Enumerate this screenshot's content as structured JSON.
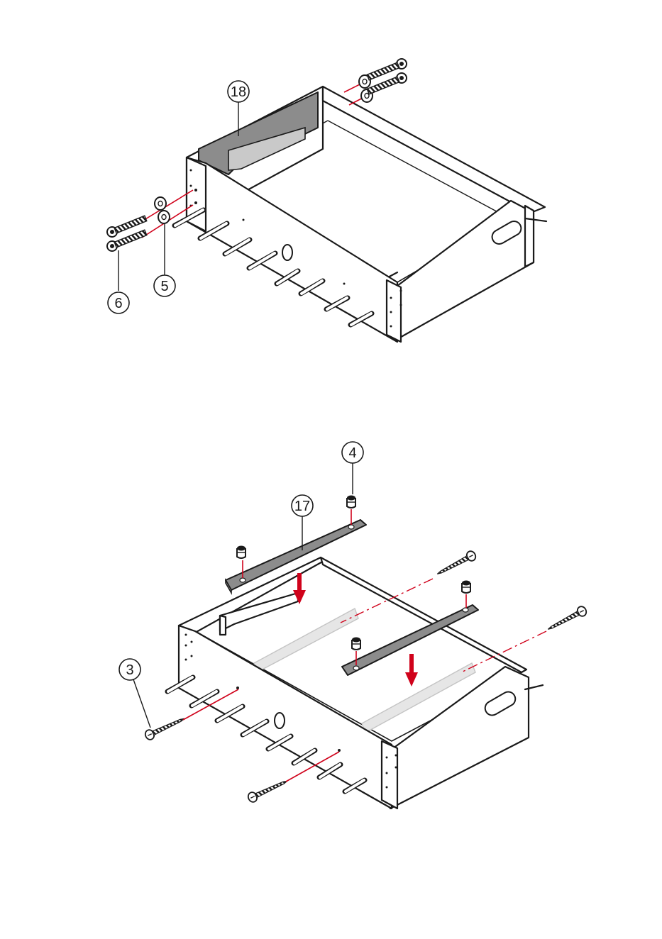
{
  "step1": {
    "callouts": [
      {
        "id": "part-18",
        "label": "18"
      },
      {
        "id": "part-5",
        "label": "5"
      },
      {
        "id": "part-6",
        "label": "6"
      }
    ]
  },
  "step2": {
    "callouts": [
      {
        "id": "part-4",
        "label": "4"
      },
      {
        "id": "part-17",
        "label": "17"
      },
      {
        "id": "part-3",
        "label": "3"
      }
    ]
  },
  "colors": {
    "line": "#1a1a1a",
    "guide": "#d0021b",
    "insert": "#8c8c8c"
  }
}
